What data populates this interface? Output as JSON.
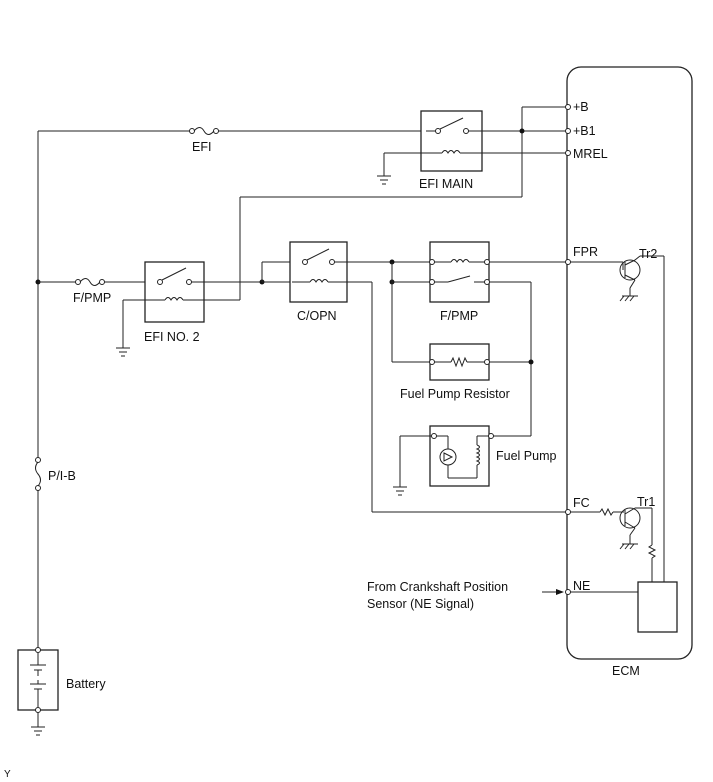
{
  "fuses": {
    "efi": "EFI",
    "fpmp": "F/PMP",
    "pib": "P/I-B"
  },
  "relays": {
    "efi_main": "EFI MAIN",
    "efi_no2": "EFI NO. 2",
    "c_opn": "C/OPN",
    "f_pmp": "F/PMP"
  },
  "components": {
    "fuel_pump_resistor": "Fuel Pump Resistor",
    "fuel_pump": "Fuel Pump",
    "battery": "Battery"
  },
  "ecm": {
    "label": "ECM",
    "terminals": {
      "b": "+B",
      "b1": "+B1",
      "mrel": "MREL",
      "fpr": "FPR",
      "fc": "FC",
      "ne": "NE"
    },
    "transistors": {
      "tr2": "Tr2",
      "tr1": "Tr1"
    }
  },
  "notes": {
    "ne_source_line1": "From Crankshaft Position",
    "ne_source_line2": "Sensor (NE Signal)",
    "corner_mark": "Y"
  }
}
